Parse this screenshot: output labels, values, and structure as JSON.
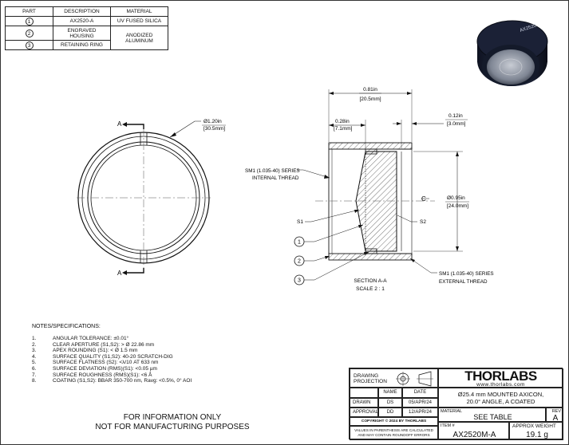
{
  "parts_table": {
    "headers": [
      "PART",
      "DESCRIPTION",
      "MATERIAL"
    ],
    "rows": [
      {
        "part": "1",
        "description": "AX2520-A",
        "material": "UV FUSED SILICA"
      },
      {
        "part": "2",
        "description": "ENGRAVED HOUSING",
        "material": "ANODIZED ALUMINUM"
      },
      {
        "part": "3",
        "description": "RETAINING RING",
        "material": ""
      }
    ]
  },
  "front_view": {
    "section_label_top": "A",
    "section_label_bottom": "A",
    "diameter_in": "Ø1.20in",
    "diameter_mm": "[30.5mm]"
  },
  "section_view": {
    "overall_in": "0.81in",
    "overall_mm": "[20.5mm]",
    "left_in": "0.28in",
    "left_mm": "[7.1mm]",
    "right_in": "0.12in",
    "right_mm": "[3.0mm]",
    "aperture_in": "Ø0.95in",
    "aperture_mm": "[24.0mm]",
    "internal_thread_1": "SM1 (1.035-40) SERIES",
    "internal_thread_2": "INTERNAL THREAD",
    "external_thread_1": "SM1 (1.035-40) SERIES",
    "external_thread_2": "EXTERNAL THREAD",
    "s1": "S1",
    "s2": "S2",
    "centerline": "C",
    "callout_1": "1",
    "callout_2": "2",
    "callout_3": "3",
    "section_title": "SECTION A-A",
    "scale": "SCALE 2 : 1"
  },
  "product_image": {
    "engraving": "AX2520"
  },
  "notes": {
    "heading": "NOTES/SPECIFICATIONS:",
    "items": [
      {
        "n": "1.",
        "text": "ANGULAR TOLERANCE: ±0.01°"
      },
      {
        "n": "2.",
        "text": "CLEAR APERTURE (S1,S2): > Ø 22.86 mm"
      },
      {
        "n": "3.",
        "text": "APEX ROUNDING (S1): < Ø 1.5 mm"
      },
      {
        "n": "4.",
        "text": "SURFACE QUALITY (S1,S2): 40-20 SCRATCH-DIG"
      },
      {
        "n": "5.",
        "text": "SURFACE FLATNESS (S2): <λ/10 AT 633 nm"
      },
      {
        "n": "6.",
        "text": "SURFACE DEVIATION (RMS)(S1): <0.05 µm"
      },
      {
        "n": "7.",
        "text": "SURFACE ROUGHNESS (RMS)(S1): <6 Å"
      },
      {
        "n": "8.",
        "text": "COATING (S1,S2): BBAR 350-700 nm, Ravg: <0.5%, 0° AOI"
      }
    ]
  },
  "disclaimer": {
    "line1": "FOR INFORMATION ONLY",
    "line2": "NOT FOR MANUFACTURING PURPOSES"
  },
  "title_block": {
    "drawing_projection_1": "DRAWING",
    "drawing_projection_2": "PROJECTION",
    "name_header": "NAME",
    "date_header": "DATE",
    "drawn_label": "DRAWN",
    "drawn_name": "DS",
    "drawn_date": "05/APR/24",
    "approval_label": "APPROVAL",
    "approval_name": "DD",
    "approval_date": "12/APR/24",
    "copyright": "COPYRIGHT © 2024 BY THORLABS",
    "values_note_1": "VALUES IN PARENTHESIS ARE CALCULATED",
    "values_note_2": "AND MAY CONTAIN ROUNDOFF ERRORS",
    "logo": "THORLABS",
    "website": "www.thorlabs.com",
    "description_1": "Ø25.4 mm MOUNTED AXICON,",
    "description_2": "20.0° ANGLE, A COATED",
    "material_label": "MATERIAL",
    "material_value": "SEE TABLE",
    "rev_label": "REV",
    "rev_value": "A",
    "item_label": "ITEM #",
    "item_value": "AX2520M-A",
    "weight_label": "APPROX WEIGHT",
    "weight_value": "19.1 g"
  }
}
